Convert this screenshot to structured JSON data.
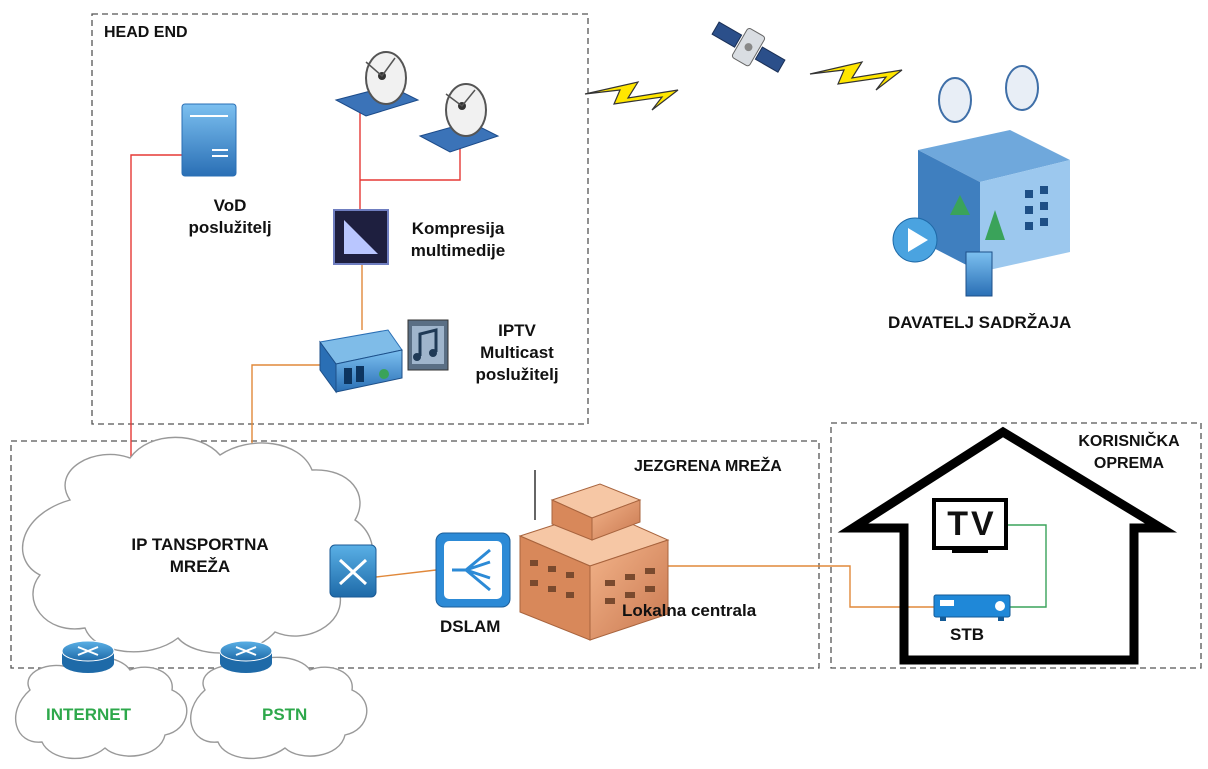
{
  "regions": {
    "head_end": "HEAD END",
    "core_network": "JEZGRENA MREŽA",
    "user_equipment": [
      "KORISNIČKA",
      "OPREMA"
    ]
  },
  "nodes": {
    "vod_server": [
      "VoD",
      "poslužitelj"
    ],
    "compression": [
      "Kompresija",
      "multimedije"
    ],
    "iptv_server": [
      "IPTV",
      "Multicast",
      "poslužitelj"
    ],
    "content_provider": "DAVATELJ SADRŽAJA",
    "ip_network": [
      "IP TANSPORTNA",
      "MREŽA"
    ],
    "dslam": "DSLAM",
    "local_exchange": "Lokalna centrala",
    "stb": "STB",
    "tv": "TV",
    "internet": "INTERNET",
    "pstn": "PSTN"
  },
  "colors": {
    "red_link": "#e53935",
    "orange_link": "#e0883a",
    "green_link": "#3aa35a",
    "green_text": "#2ea84b",
    "device_blue": "#3b8fd4"
  }
}
